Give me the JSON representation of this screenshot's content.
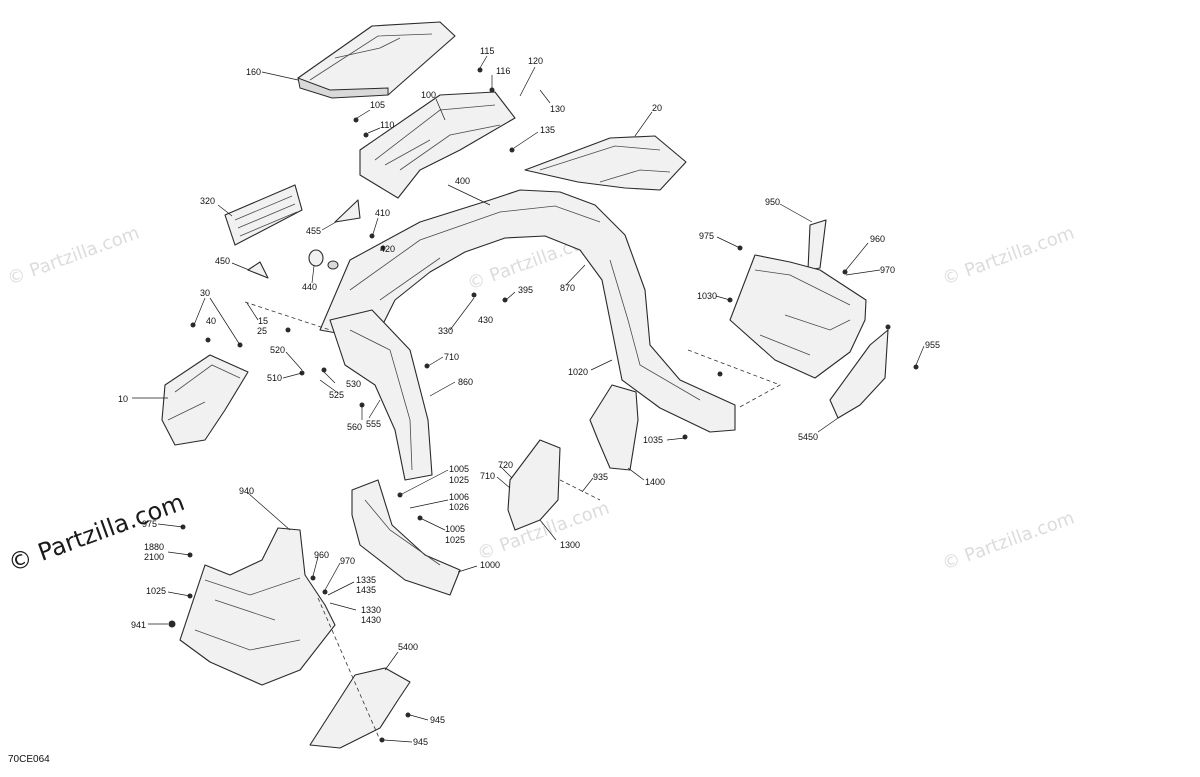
{
  "watermark": "© Partzilla.com",
  "diagram_code": "70CE064",
  "callouts": [
    {
      "id": "160",
      "text": "160"
    },
    {
      "id": "115",
      "text": "115"
    },
    {
      "id": "116",
      "text": "116"
    },
    {
      "id": "120",
      "text": "120"
    },
    {
      "id": "130",
      "text": "130"
    },
    {
      "id": "100",
      "text": "100"
    },
    {
      "id": "105",
      "text": "105"
    },
    {
      "id": "110",
      "text": "110"
    },
    {
      "id": "135",
      "text": "135"
    },
    {
      "id": "20",
      "text": "20"
    },
    {
      "id": "400",
      "text": "400"
    },
    {
      "id": "320",
      "text": "320"
    },
    {
      "id": "455",
      "text": "455"
    },
    {
      "id": "410",
      "text": "410"
    },
    {
      "id": "420",
      "text": "420"
    },
    {
      "id": "450",
      "text": "450"
    },
    {
      "id": "440",
      "text": "440"
    },
    {
      "id": "30",
      "text": "30"
    },
    {
      "id": "40",
      "text": "40"
    },
    {
      "id": "15",
      "text": "15"
    },
    {
      "id": "25",
      "text": "25"
    },
    {
      "id": "395",
      "text": "395"
    },
    {
      "id": "870",
      "text": "870"
    },
    {
      "id": "330",
      "text": "330"
    },
    {
      "id": "430",
      "text": "430"
    },
    {
      "id": "520",
      "text": "520"
    },
    {
      "id": "510",
      "text": "510"
    },
    {
      "id": "530",
      "text": "530"
    },
    {
      "id": "525",
      "text": "525"
    },
    {
      "id": "710a",
      "text": "710"
    },
    {
      "id": "860",
      "text": "860"
    },
    {
      "id": "10",
      "text": "10"
    },
    {
      "id": "560",
      "text": "560"
    },
    {
      "id": "555",
      "text": "555"
    },
    {
      "id": "950",
      "text": "950"
    },
    {
      "id": "975a",
      "text": "975"
    },
    {
      "id": "960a",
      "text": "960"
    },
    {
      "id": "970a",
      "text": "970"
    },
    {
      "id": "1030",
      "text": "1030"
    },
    {
      "id": "955",
      "text": "955"
    },
    {
      "id": "1020",
      "text": "1020"
    },
    {
      "id": "1035",
      "text": "1035"
    },
    {
      "id": "5450",
      "text": "5450"
    },
    {
      "id": "1400",
      "text": "1400"
    },
    {
      "id": "935",
      "text": "935"
    },
    {
      "id": "1005a",
      "text": "1005"
    },
    {
      "id": "1025a",
      "text": "1025"
    },
    {
      "id": "720",
      "text": "720"
    },
    {
      "id": "710b",
      "text": "710"
    },
    {
      "id": "1006",
      "text": "1006"
    },
    {
      "id": "1026",
      "text": "1026"
    },
    {
      "id": "1005b",
      "text": "1005"
    },
    {
      "id": "1025b",
      "text": "1025"
    },
    {
      "id": "1300",
      "text": "1300"
    },
    {
      "id": "1000",
      "text": "1000"
    },
    {
      "id": "940",
      "text": "940"
    },
    {
      "id": "975b",
      "text": "975"
    },
    {
      "id": "1880",
      "text": "1880"
    },
    {
      "id": "2100",
      "text": "2100"
    },
    {
      "id": "960b",
      "text": "960"
    },
    {
      "id": "970b",
      "text": "970"
    },
    {
      "id": "1335",
      "text": "1335"
    },
    {
      "id": "1435",
      "text": "1435"
    },
    {
      "id": "1025c",
      "text": "1025"
    },
    {
      "id": "1330",
      "text": "1330"
    },
    {
      "id": "1430",
      "text": "1430"
    },
    {
      "id": "941",
      "text": "941"
    },
    {
      "id": "5400",
      "text": "5400"
    },
    {
      "id": "945a",
      "text": "945"
    },
    {
      "id": "945b",
      "text": "945"
    }
  ]
}
